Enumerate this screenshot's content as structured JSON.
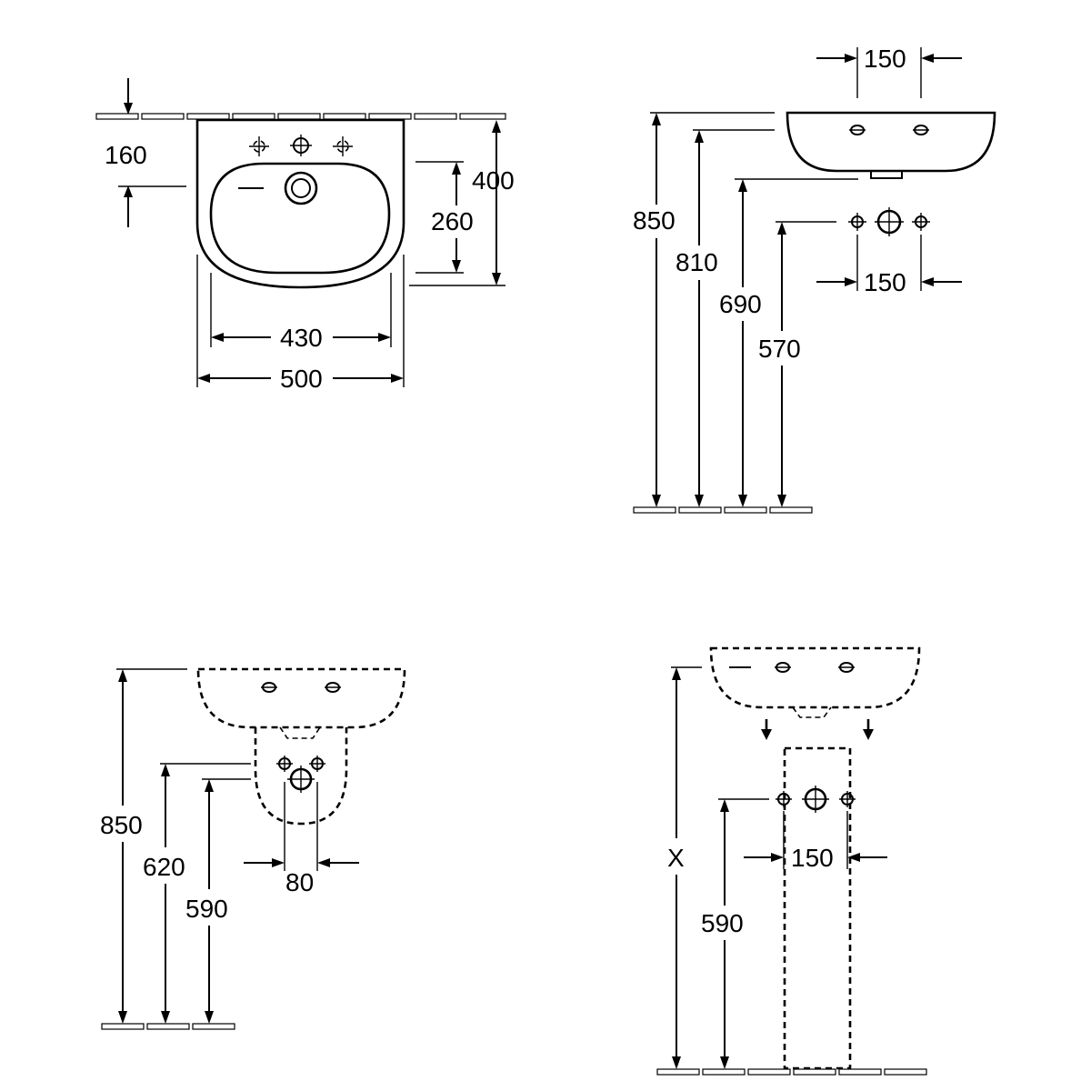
{
  "views": {
    "top": {
      "dims": {
        "d160": "160",
        "d400": "400",
        "d260": "260",
        "d430": "430",
        "d500": "500"
      }
    },
    "side_pedestal_free": {
      "dims": {
        "d150_top": "150",
        "d850": "850",
        "d810": "810",
        "d690": "690",
        "d570": "570",
        "d150_bottom": "150"
      }
    },
    "front_semi_pedestal": {
      "dims": {
        "d850": "850",
        "d620": "620",
        "d590": "590",
        "d80": "80"
      }
    },
    "front_pedestal": {
      "dims": {
        "dX": "X",
        "d590": "590",
        "d150": "150"
      }
    }
  }
}
